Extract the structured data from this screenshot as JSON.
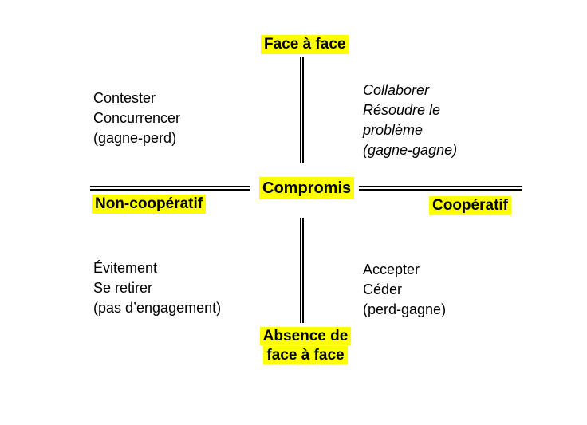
{
  "diagram": {
    "title_semantic": "conflict-handling-styles-quadrant",
    "colors": {
      "highlight": "#ffff00",
      "text": "#000000",
      "background": "#ffffff",
      "line": "#000000"
    },
    "axes": {
      "top": {
        "label": "Face à face"
      },
      "bottom": {
        "line1": "Absence de",
        "line2": "face à face"
      },
      "left": {
        "label": "Non-coopératif"
      },
      "right": {
        "label": "Coopératif"
      },
      "center": {
        "label": "Compromis"
      }
    },
    "quadrants": {
      "top_left": {
        "style": "normal",
        "lines": [
          "Contester",
          "Concurrencer",
          "(gagne-perd)"
        ]
      },
      "top_right": {
        "style": "italic",
        "lines": [
          "Collaborer",
          "Résoudre le",
          "problème",
          "(gagne-gagne)"
        ]
      },
      "bottom_left": {
        "style": "normal",
        "lines": [
          "Évitement",
          "Se retirer",
          "(pas d’engagement)"
        ]
      },
      "bottom_right": {
        "style": "normal",
        "lines": [
          "Accepter",
          "Céder",
          "(perd-gagne)"
        ]
      }
    }
  }
}
